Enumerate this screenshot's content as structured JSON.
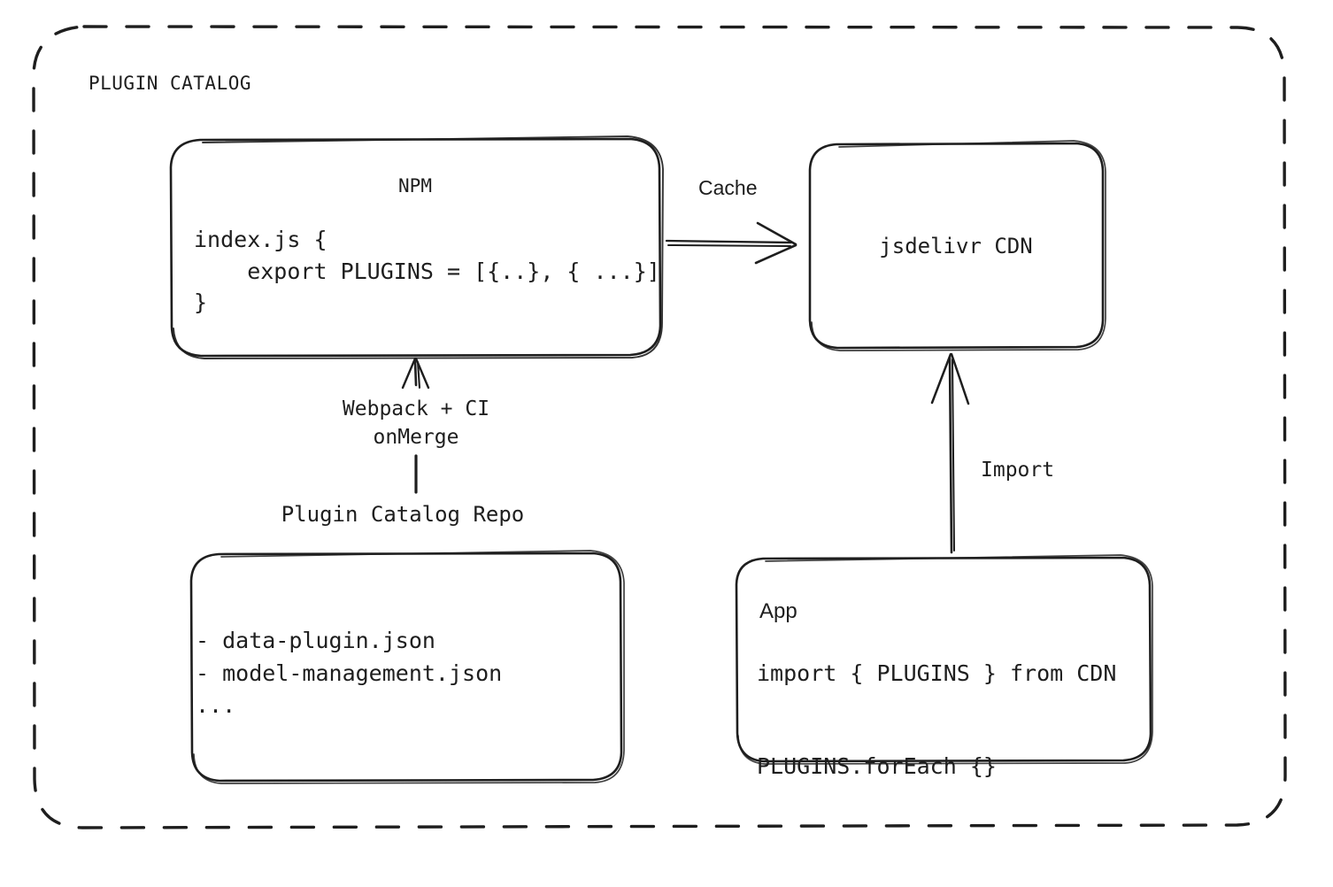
{
  "diagram": {
    "title": "PLUGIN CATALOG",
    "background": "#ffffff",
    "stroke_color": "#1e1e1e",
    "style": "hand-drawn"
  },
  "nodes": {
    "npm": {
      "title": "NPM",
      "code": "index.js {\n    export PLUGINS = [{..}, { ...}]\n}"
    },
    "cdn": {
      "title": "jsdelivr CDN"
    },
    "repo": {
      "caption": "Plugin Catalog Repo",
      "items": "- data-plugin.json\n- model-management.json\n..."
    },
    "app": {
      "title": "App",
      "code": "import { PLUGINS } from CDN\n\nPLUGINS.forEach {}"
    }
  },
  "edges": {
    "cache": {
      "label": "Cache",
      "from": "npm",
      "to": "cdn",
      "direction": "right"
    },
    "build": {
      "label": "Webpack + CI\nonMerge",
      "from": "repo",
      "to": "npm",
      "direction": "up"
    },
    "import": {
      "label": "Import",
      "from": "app",
      "to": "cdn",
      "direction": "up"
    }
  }
}
